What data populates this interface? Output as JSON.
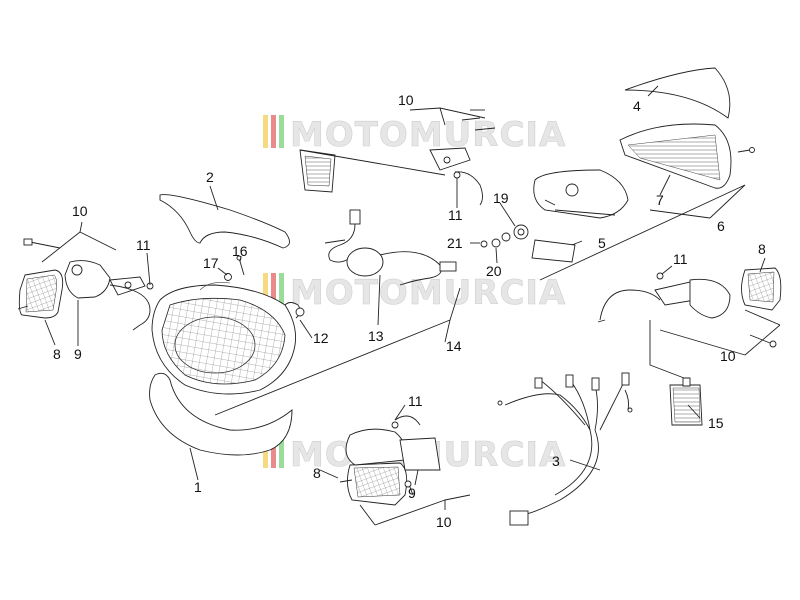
{
  "watermark": {
    "text": "MOTOMURCIA",
    "stripe_colors": [
      "#f2c94c",
      "#e05a5a",
      "#6fcf6f"
    ]
  },
  "callouts": {
    "c1": "1",
    "c2": "2",
    "c3": "3",
    "c4": "4",
    "c5": "5",
    "c6": "6",
    "c7": "7",
    "c8a": "8",
    "c8b": "8",
    "c8c": "8",
    "c9a": "9",
    "c9b": "9",
    "c10a": "10",
    "c10b": "10",
    "c10c": "10",
    "c10d": "10",
    "c11a": "11",
    "c11b": "11",
    "c11c": "11",
    "c11d": "11",
    "c12": "12",
    "c13": "13",
    "c14": "14",
    "c15": "15",
    "c16": "16",
    "c17": "17",
    "c19": "19",
    "c20": "20",
    "c21": "21"
  }
}
